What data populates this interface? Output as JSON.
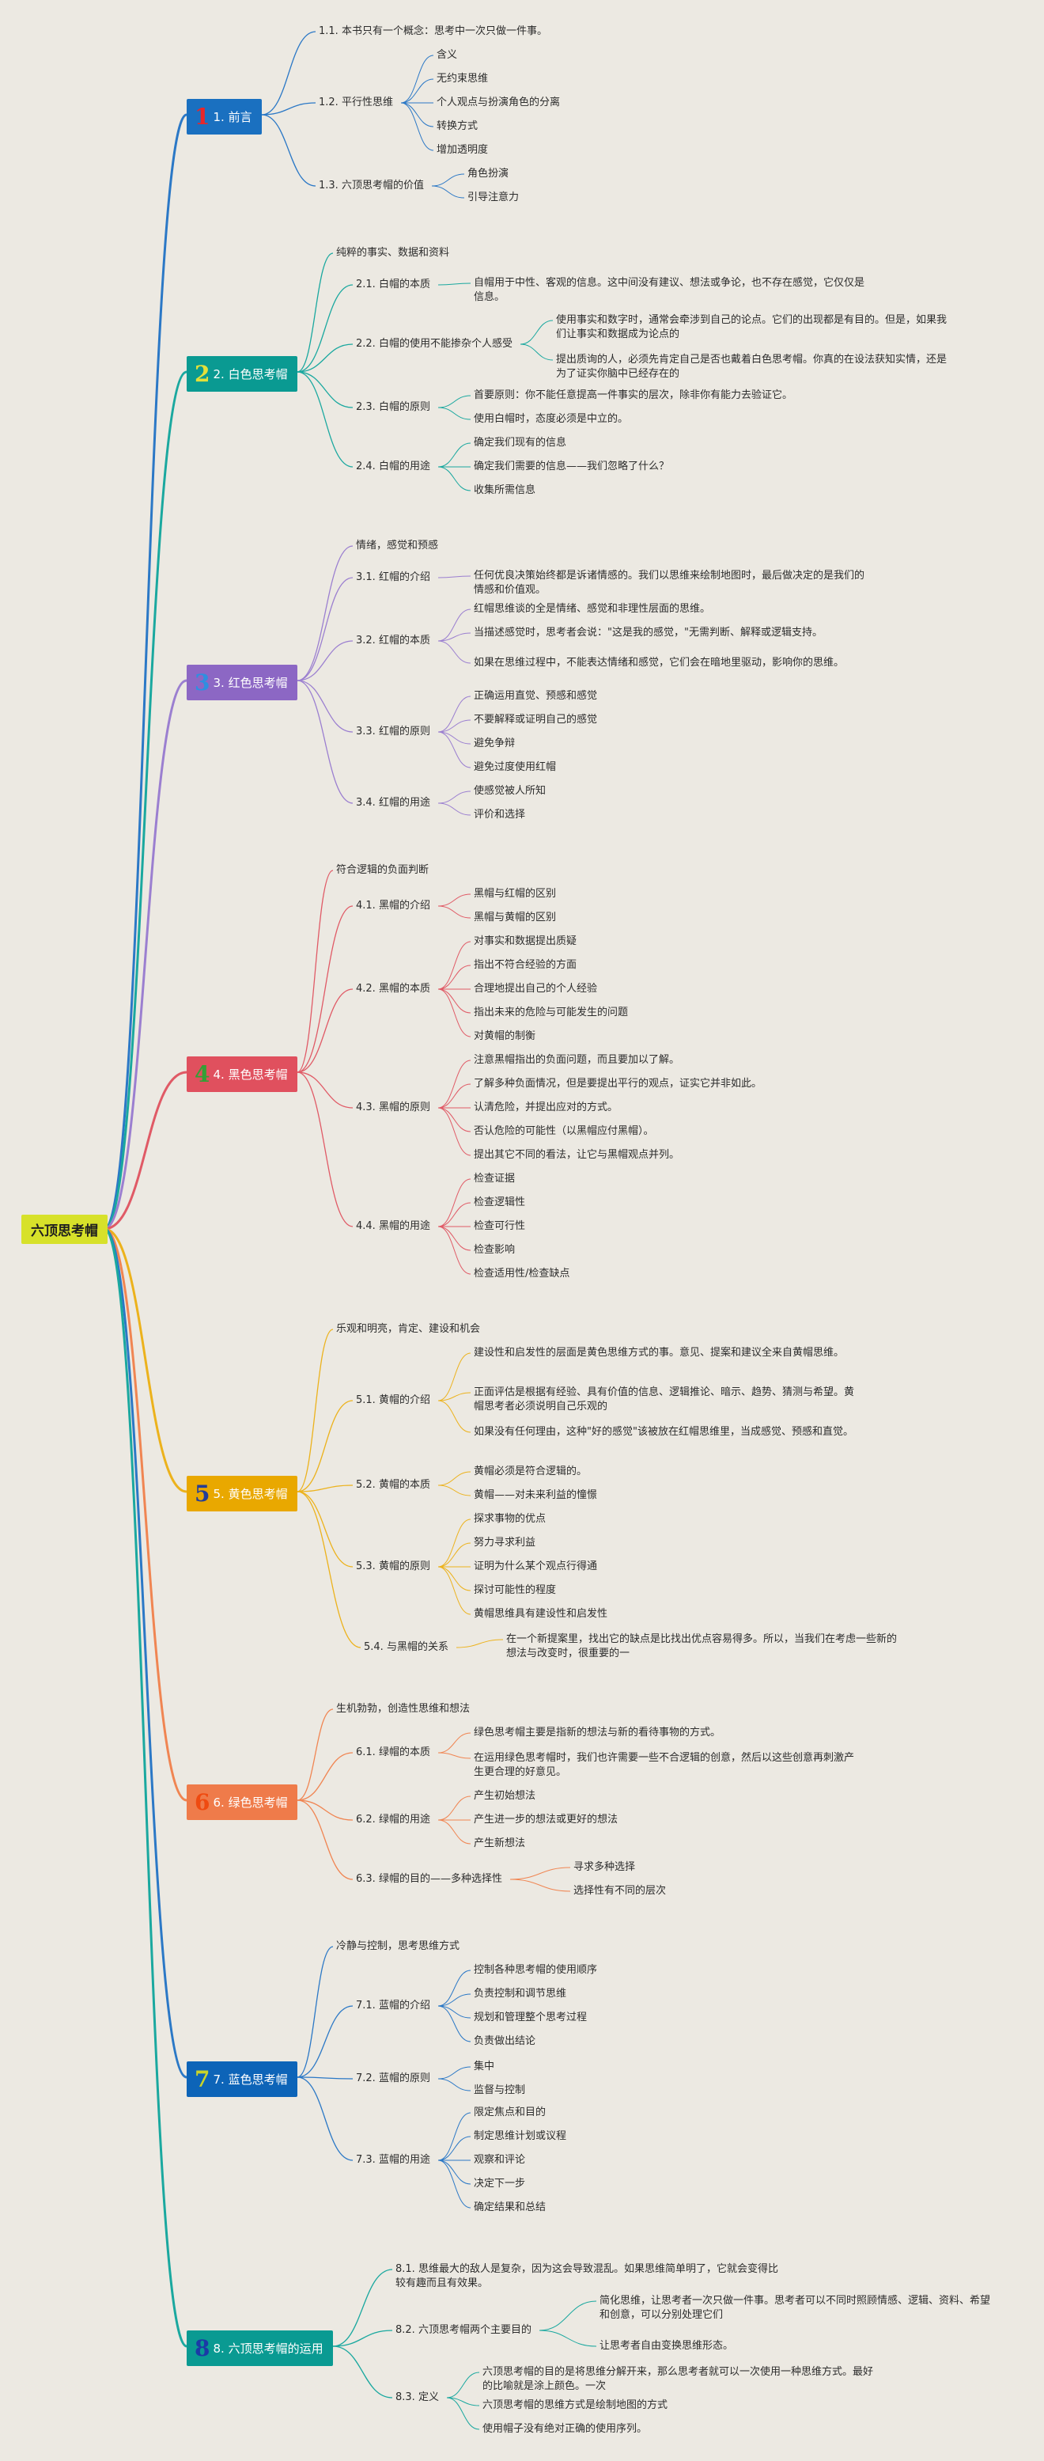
{
  "root": {
    "label": "六顶思考帽"
  },
  "branches": [
    {
      "num": "1",
      "label": "1. 前言",
      "bg": "#1a70c0",
      "num_color": "#e8262a",
      "line_color": "#2b78c6",
      "children": [
        {
          "label": "1.1. 本书只有一个概念：思考中一次只做一件事。"
        },
        {
          "label": "1.2. 平行性思维",
          "children": [
            "含义",
            "无约束思维",
            "个人观点与扮演角色的分离",
            "转换方式",
            "增加透明度"
          ]
        },
        {
          "label": "1.3. 六顶思考帽的价值",
          "children": [
            "角色扮演",
            "引导注意力"
          ]
        }
      ]
    },
    {
      "num": "2",
      "label": "2. 白色思考帽",
      "bg": "#0a9a92",
      "num_color": "#e3e03a",
      "line_color": "#1aa89f",
      "children": [
        {
          "label": "纯粹的事实、数据和资料"
        },
        {
          "label": "2.1. 白帽的本质",
          "children": [
            "自帽用于中性、客观的信息。这中间没有建议、想法或争论，也不存在感觉，它仅仅是信息。"
          ]
        },
        {
          "label": "2.2. 白帽的使用不能掺杂个人感受",
          "children": [
            "使用事实和数字时，通常会牵涉到自己的论点。它们的出现都是有目的。但是，如果我们让事实和数据成为论点的",
            "提出质询的人，必须先肯定自己是否也戴着白色思考帽。你真的在设法获知实情，还是为了证实你脑中已经存在的"
          ]
        },
        {
          "label": "2.3. 白帽的原则",
          "children": [
            "首要原则：你不能任意提高一件事实的层次，除非你有能力去验证它。",
            "使用白帽时，态度必须是中立的。"
          ]
        },
        {
          "label": "2.4. 白帽的用途",
          "children": [
            "确定我们现有的信息",
            "确定我们需要的信息——我们忽略了什么？",
            "收集所需信息"
          ]
        }
      ]
    },
    {
      "num": "3",
      "label": "3. 红色思考帽",
      "bg": "#8c67c4",
      "num_color": "#2f8fe0",
      "line_color": "#9b7fd0",
      "children": [
        {
          "label": "情绪，感觉和预感"
        },
        {
          "label": "3.1. 红帽的介绍",
          "children": [
            "任何优良决策始终都是诉诸情感的。我们以思维来绘制地图时，最后做决定的是我们的情感和价值观。"
          ]
        },
        {
          "label": "3.2. 红帽的本质",
          "children": [
            "红帽思维谈的全是情绪、感觉和非理性层面的思维。",
            "当描述感觉时，思考者会说：\"这是我的感觉，\"无需判断、解释或逻辑支持。",
            "如果在思维过程中，不能表达情绪和感觉，它们会在暗地里驱动，影响你的思维。"
          ]
        },
        {
          "label": "3.3. 红帽的原则",
          "children": [
            "正确运用直觉、预感和感觉",
            "不要解释或证明自己的感觉",
            "避免争辩",
            "避免过度使用红帽"
          ]
        },
        {
          "label": "3.4. 红帽的用途",
          "children": [
            "使感觉被人所知",
            "评价和选择"
          ]
        }
      ]
    },
    {
      "num": "4",
      "label": "4. 黑色思考帽",
      "bg": "#e0505e",
      "num_color": "#34a036",
      "line_color": "#e05a66",
      "children": [
        {
          "label": "符合逻辑的负面判断"
        },
        {
          "label": "4.1. 黑帽的介绍",
          "children": [
            "黑帽与红帽的区别",
            "黑帽与黄帽的区别"
          ]
        },
        {
          "label": "4.2. 黑帽的本质",
          "children": [
            "对事实和数据提出质疑",
            "指出不符合经验的方面",
            "合理地提出自己的个人经验",
            "指出未来的危险与可能发生的问题",
            "对黄帽的制衡"
          ]
        },
        {
          "label": "4.3. 黑帽的原则",
          "children": [
            "注意黑帽指出的负面问题，而且要加以了解。",
            "了解多种负面情况，但是要提出平行的观点，证实它并非如此。",
            "认清危险，并提出应对的方式。",
            "否认危险的可能性（以黑帽应付黑帽）。",
            "提出其它不同的看法，让它与黑帽观点并列。"
          ]
        },
        {
          "label": "4.4. 黑帽的用途",
          "children": [
            "检查证据",
            "检查逻辑性",
            "检查可行性",
            "检查影响",
            "检查适用性/检查缺点"
          ]
        }
      ]
    },
    {
      "num": "5",
      "label": "5. 黄色思考帽",
      "bg": "#e9a800",
      "num_color": "#243e96",
      "line_color": "#ecb21c",
      "children": [
        {
          "label": "乐观和明亮，肯定、建设和机会"
        },
        {
          "label": "5.1. 黄帽的介绍",
          "children": [
            "建设性和启发性的层面是黄色思维方式的事。意见、提案和建议全来自黄帽思维。",
            "正面评估是根据有经验、具有价值的信息、逻辑推论、暗示、趋势、猜测与希望。黄帽思考者必须说明自己乐观的",
            "如果没有任何理由，这种\"好的感觉\"该被放在红帽思维里，当成感觉、预感和直觉。"
          ]
        },
        {
          "label": "5.2. 黄帽的本质",
          "children": [
            "黄帽必须是符合逻辑的。",
            "黄帽——对未来利益的憧憬"
          ]
        },
        {
          "label": "5.3. 黄帽的原则",
          "children": [
            "探求事物的优点",
            "努力寻求利益",
            "证明为什么某个观点行得通",
            "探讨可能性的程度",
            "黄帽思维具有建设性和启发性"
          ]
        },
        {
          "label": "5.4. 与黑帽的关系",
          "children": [
            "在一个新提案里，找出它的缺点是比找出优点容易得多。所以，当我们在考虑一些新的想法与改变时，很重要的一"
          ]
        }
      ]
    },
    {
      "num": "6",
      "label": "6. 绿色思考帽",
      "bg": "#ef7b4a",
      "num_color": "#ef4a10",
      "line_color": "#f08552",
      "children": [
        {
          "label": "生机勃勃，创造性思维和想法"
        },
        {
          "label": "6.1. 绿帽的本质",
          "children": [
            "绿色思考帽主要是指新的想法与新的看待事物的方式。",
            "在运用绿色思考帽时，我们也许需要一些不合逻辑的创意，然后以这些创意再刺激产生更合理的好意见。"
          ]
        },
        {
          "label": "6.2. 绿帽的用途",
          "children": [
            "产生初始想法",
            "产生进一步的想法或更好的想法",
            "产生新想法"
          ]
        },
        {
          "label": "6.3. 绿帽的目的——多种选择性",
          "children": [
            "寻求多种选择",
            "选择性有不同的层次"
          ]
        }
      ]
    },
    {
      "num": "7",
      "label": "7. 蓝色思考帽",
      "bg": "#0d64b8",
      "num_color": "#c9d42a",
      "line_color": "#2b78c6",
      "children": [
        {
          "label": "冷静与控制，思考思维方式"
        },
        {
          "label": "7.1. 蓝帽的介绍",
          "children": [
            "控制各种思考帽的使用顺序",
            "负责控制和调节思维",
            "规划和管理整个思考过程",
            "负责做出结论"
          ]
        },
        {
          "label": "7.2. 蓝帽的原则",
          "children": [
            "集中",
            "监督与控制"
          ]
        },
        {
          "label": "7.3. 蓝帽的用途",
          "children": [
            "限定焦点和目的",
            "制定思维计划或议程",
            "观察和评论",
            "决定下一步",
            "确定结果和总结"
          ]
        }
      ]
    },
    {
      "num": "8",
      "label": "8. 六顶思考帽的运用",
      "bg": "#0a9a92",
      "num_color": "#1b3aa6",
      "line_color": "#1aa89f",
      "children": [
        {
          "label": "8.1. 思维最大的敌人是复杂，因为这会导致混乱。如果思维简单明了，它就会变得比较有趣而且有效果。"
        },
        {
          "label": "8.2. 六顶思考帽两个主要目的",
          "children": [
            "简化思维，让思考者一次只做一件事。思考者可以不同时照顾情感、逻辑、资料、希望和创意，可以分别处理它们",
            "让思考者自由变换思维形态。"
          ]
        },
        {
          "label": "8.3. 定义",
          "children": [
            "六顶思考帽的目的是将思维分解开来，那么思考者就可以一次使用一种思维方式。最好的比喻就是涂上颜色。一次",
            "六顶思考帽的思维方式是绘制地图的方式",
            "使用帽子没有绝对正确的使用序列。"
          ]
        }
      ]
    }
  ]
}
